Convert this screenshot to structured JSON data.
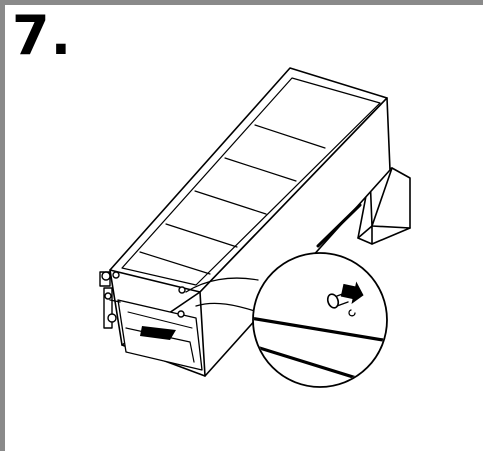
{
  "step": {
    "number": "7."
  },
  "colors": {
    "frame": "#8a8a8a",
    "line": "#000000",
    "background": "#ffffff"
  },
  "icons": {
    "illustration": "furniture-panel-assembly",
    "detail": "magnified-screw-detail",
    "arrow": "insertion-arrow-icon"
  }
}
